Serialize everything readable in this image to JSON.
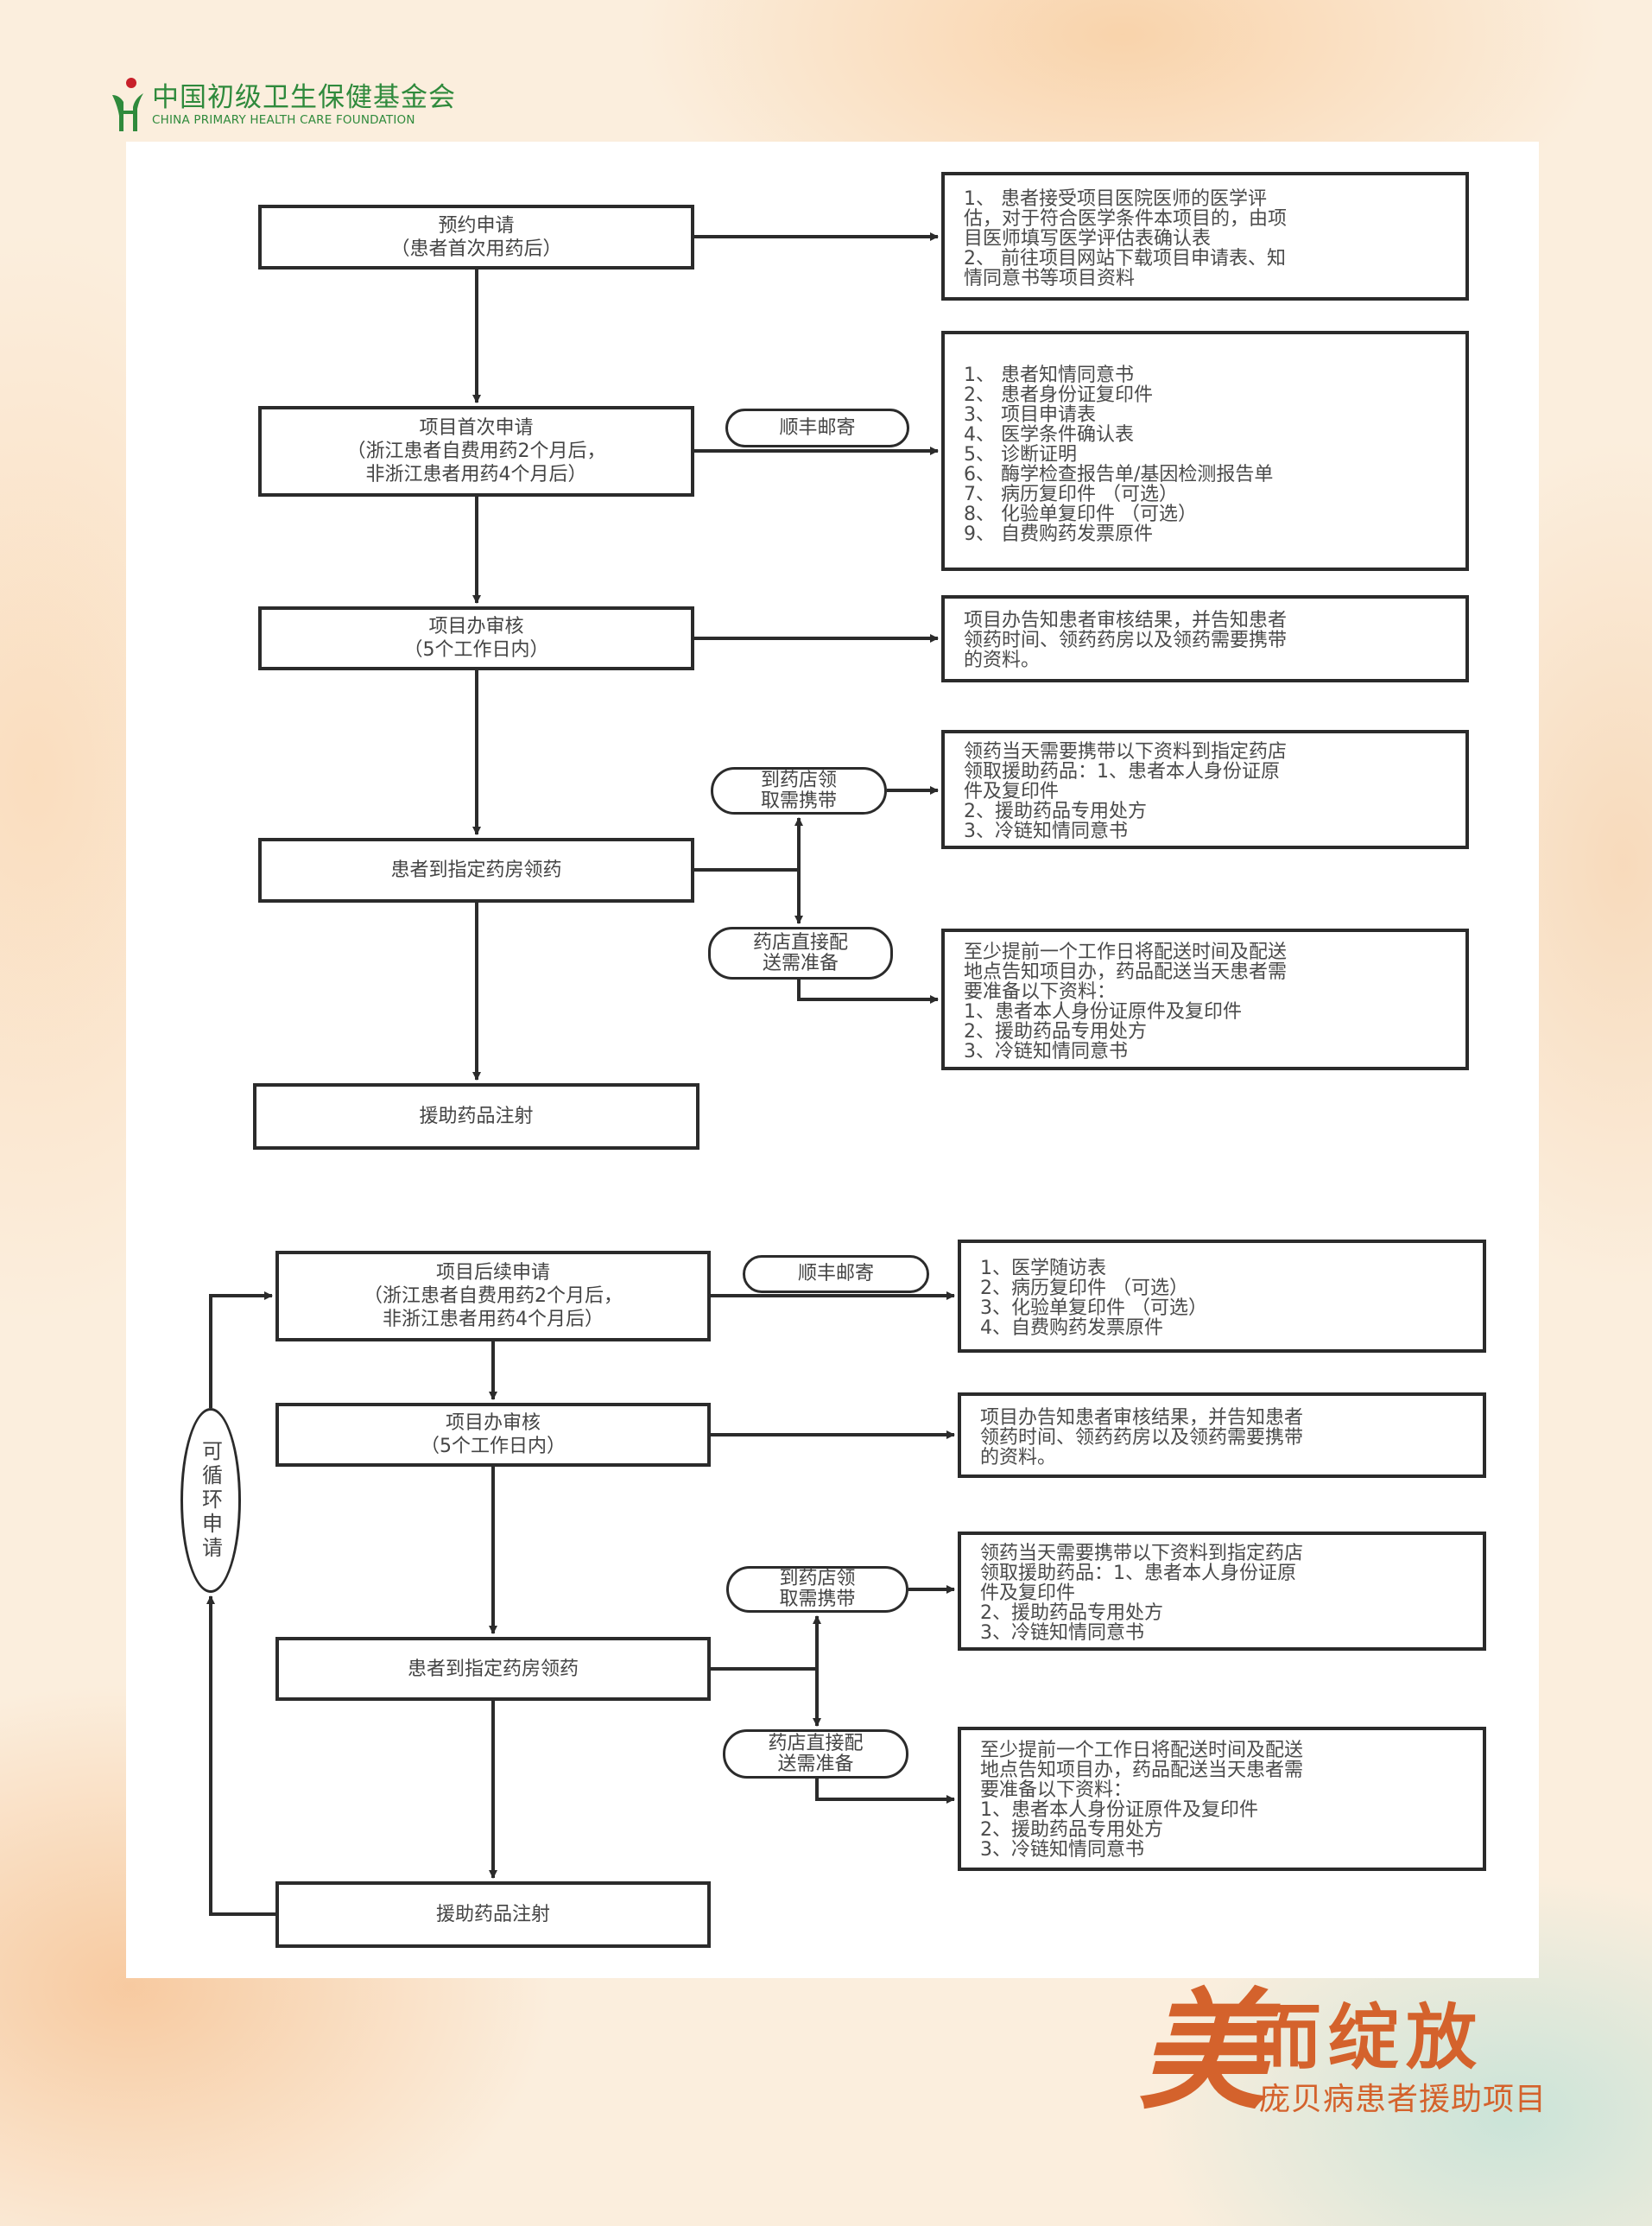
{
  "header": {
    "org_name_cn": "中国初级卫生保健基金会",
    "org_name_en": "CHINA PRIMARY HEALTH CARE FOUNDATION",
    "logo_icon": "figure-with-red-dot-logo",
    "brand_color": "#2f8a3c"
  },
  "section1": {
    "steps": [
      {
        "title": "预约申请",
        "sub": "（患者首次用药后）"
      },
      {
        "title": "项目首次申请",
        "sub": "（浙江患者自费用药2个月后，",
        "sub2": "非浙江患者用药4个月后）"
      },
      {
        "title": "项目办审核",
        "sub": "（5个工作日内）"
      },
      {
        "title": "患者到指定药房领药"
      },
      {
        "title": "援助药品注射"
      }
    ],
    "labels": {
      "mail": "顺丰邮寄",
      "pickup": [
        "到药店领",
        "取需携带"
      ],
      "delivery": [
        "药店直接配",
        "送需准备"
      ]
    },
    "notes": {
      "reservation": [
        "1、 患者接受项目医院医师的医学评",
        "估，对于符合医学条件本项目的，由项",
        "目医师填写医学评估表确认表",
        "2、 前往项目网站下载项目申请表、知",
        "情同意书等项目资料"
      ],
      "first_application": [
        "1、 患者知情同意书",
        "2、 患者身份证复印件",
        "3、 项目申请表",
        "4、 医学条件确认表",
        "5、 诊断证明",
        "6、 酶学检查报告单/基因检测报告单",
        "7、 病历复印件 （可选）",
        "8、 化验单复印件 （可选）",
        "9、 自费购药发票原件"
      ],
      "review": [
        "项目办告知患者审核结果，并告知患者",
        "领药时间、领药药房以及领药需要携带",
        "的资料。"
      ],
      "pickup": [
        "领药当天需要携带以下资料到指定药店",
        "领取援助药品：1、患者本人身份证原",
        "件及复印件",
        "2、援助药品专用处方",
        "3、冷链知情同意书"
      ],
      "delivery": [
        "至少提前一个工作日将配送时间及配送",
        "地点告知项目办，药品配送当天患者需",
        "要准备以下资料：",
        "1、患者本人身份证原件及复印件",
        "2、援助药品专用处方",
        "3、冷链知情同意书"
      ]
    }
  },
  "section2": {
    "loop_label": "可循环申请",
    "steps": [
      {
        "title": "项目后续申请",
        "sub": "（浙江患者自费用药2个月后，",
        "sub2": "非浙江患者用药4个月后）"
      },
      {
        "title": "项目办审核",
        "sub": "（5个工作日内）"
      },
      {
        "title": "患者到指定药房领药"
      },
      {
        "title": "援助药品注射"
      }
    ],
    "labels": {
      "mail": "顺丰邮寄",
      "pickup": [
        "到药店领",
        "取需携带"
      ],
      "delivery": [
        "药店直接配",
        "送需准备"
      ]
    },
    "notes": {
      "followup": [
        "1、医学随访表",
        "2、病历复印件 （可选）",
        "3、化验单复印件 （可选）",
        "4、自费购药发票原件"
      ],
      "review": [
        "项目办告知患者审核结果，并告知患者",
        "领药时间、领药药房以及领药需要携带",
        "的资料。"
      ],
      "pickup": [
        "领药当天需要携带以下资料到指定药店",
        "领取援助药品：1、患者本人身份证原",
        "件及复印件",
        "2、援助药品专用处方",
        "3、冷链知情同意书"
      ],
      "delivery": [
        "至少提前一个工作日将配送时间及配送",
        "地点告知项目办，药品配送当天患者需",
        "要准备以下资料：",
        "1、患者本人身份证原件及复印件",
        "2、援助药品专用处方",
        "3、冷链知情同意书"
      ]
    }
  },
  "footer": {
    "slogan_first_char": "美",
    "slogan_rest": "而绽放",
    "program_name": "庞贝病患者援助项目",
    "accent_color": "#d4622c"
  }
}
